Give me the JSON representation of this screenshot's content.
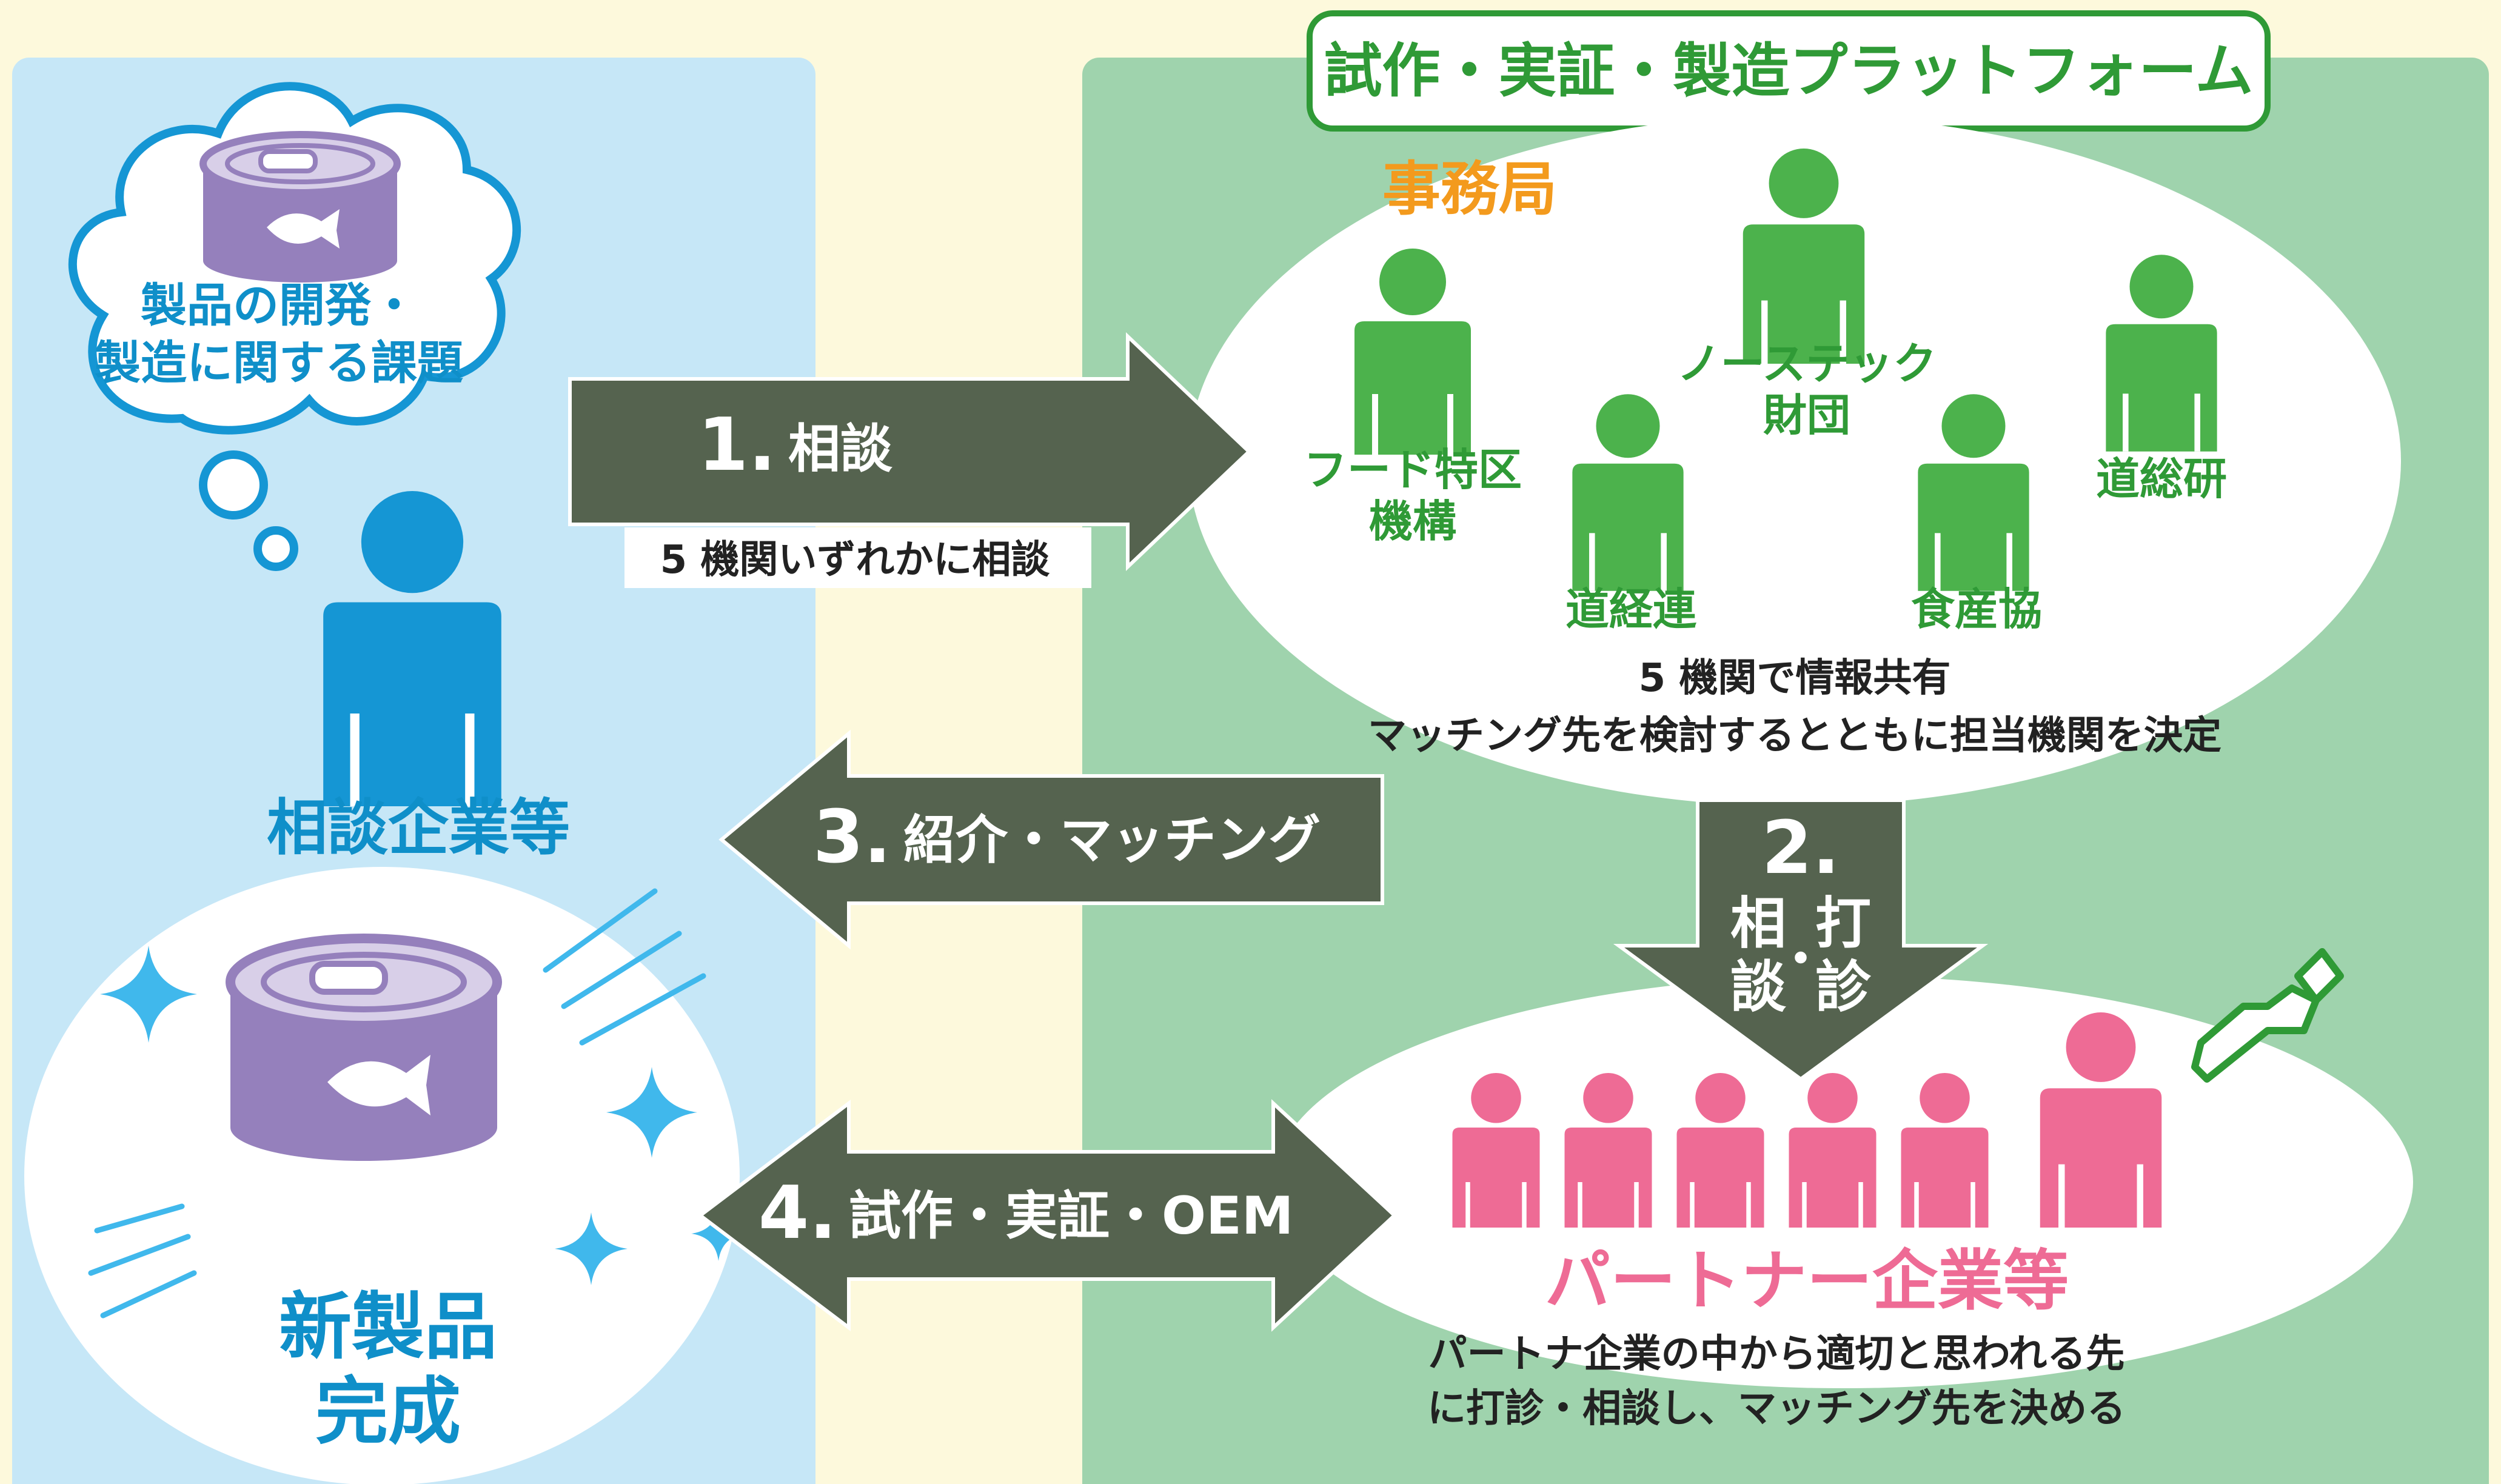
{
  "platform_title": "試作・実証・製造プラットフォーム",
  "left_panel": {
    "thought_bubble": {
      "line1": "製品の開発・",
      "line2": "製造に関する課題"
    },
    "consulting_company_label": "相談企業等",
    "new_product": {
      "line1": "新製品",
      "line2": "完成"
    }
  },
  "secretariat": {
    "label": "事務局",
    "organizations": [
      {
        "line1": "フード特区",
        "line2": "機構"
      },
      {
        "line1": "ノーステック",
        "line2": "財団"
      },
      {
        "line1": "道総研",
        "line2": ""
      },
      {
        "line1": "道経連",
        "line2": ""
      },
      {
        "line1": "食産協",
        "line2": ""
      }
    ],
    "caption": {
      "line1": "5 機関で情報共有",
      "line2": "マッチング先を検討するとともに担当機関を決定"
    }
  },
  "steps": {
    "step1": {
      "number": "1.",
      "label": "相談",
      "sub": "5 機関いずれかに相談"
    },
    "step2": {
      "number": "2.",
      "chars": [
        "相",
        "打",
        "談",
        "診"
      ],
      "dot": "・"
    },
    "step3": {
      "number": "3.",
      "label": "紹介・マッチング"
    },
    "step4": {
      "number": "4.",
      "label": "試作・実証・OEM"
    }
  },
  "partners": {
    "label": "パートナー企業等",
    "caption": {
      "line1": "パートナ企業の中から適切と思われる先",
      "line2": "に打診・相談し、マッチング先を決める"
    }
  },
  "colors": {
    "background": "#fdf9dc",
    "left_panel": "#c6e7f7",
    "right_panel": "#9fd3ad",
    "arrow": "#55634f",
    "blue_text": "#0f8fc9",
    "green_person": "#4cb24c",
    "green_text": "#2f9a36",
    "orange_label": "#f39a1d",
    "pink": "#ee6b95",
    "purple_can": "#9580bc"
  },
  "icons": [
    "fish-can-icon",
    "person-icon",
    "sparkle-icon",
    "pointing-hand-icon",
    "thought-bubble-icon"
  ]
}
